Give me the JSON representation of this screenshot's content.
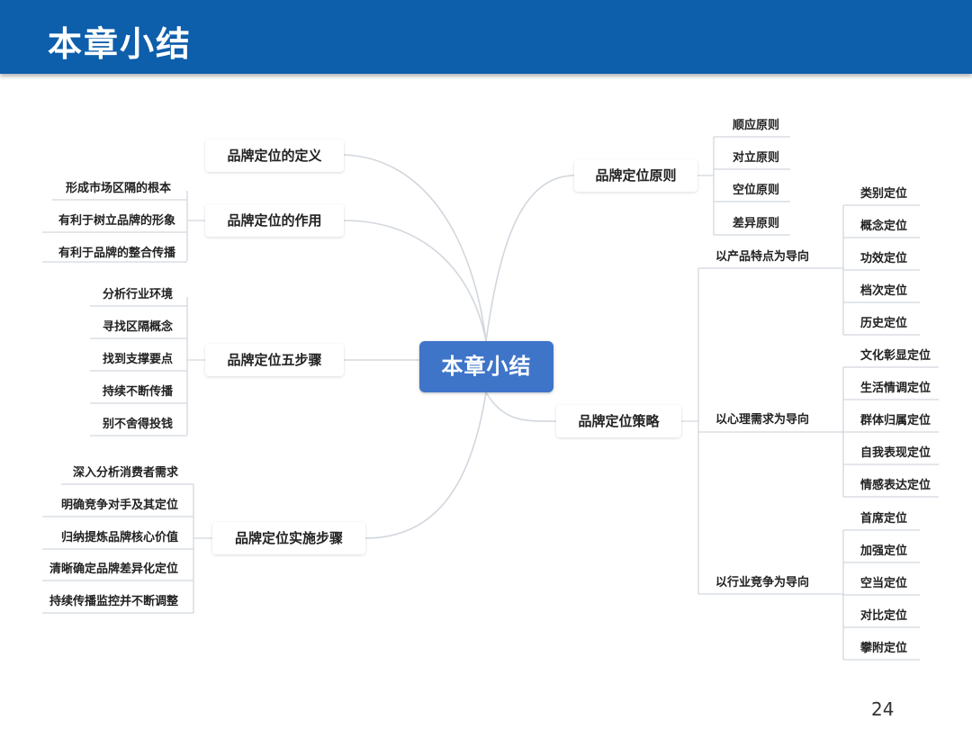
{
  "header": {
    "title": "本章小结"
  },
  "central": {
    "label": "本章小结"
  },
  "left": {
    "definition": {
      "label": "品牌定位的定义"
    },
    "role": {
      "label": "品牌定位的作用",
      "leaves": [
        "形成市场区隔的根本",
        "有利于树立品牌的形象",
        "有利于品牌的整合传播"
      ]
    },
    "five_steps": {
      "label": "品牌定位五步骤",
      "leaves": [
        "分析行业环境",
        "寻找区隔概念",
        "找到支撑要点",
        "持续不断传播",
        "别不舍得投钱"
      ]
    },
    "implementation": {
      "label": "品牌定位实施步骤",
      "leaves": [
        "深入分析消费者需求",
        "明确竞争对手及其定位",
        "归纳提炼品牌核心价值",
        "清晰确定品牌差异化定位",
        "持续传播监控并不断调整"
      ]
    }
  },
  "right": {
    "principles": {
      "label": "品牌定位原则",
      "leaves": [
        "顺应原则",
        "对立原则",
        "空位原则",
        "差异原则"
      ]
    },
    "strategy": {
      "label": "品牌定位策略",
      "groups": [
        {
          "label": "以产品特点为导向",
          "leaves": [
            "类别定位",
            "概念定位",
            "功效定位",
            "档次定位",
            "历史定位"
          ]
        },
        {
          "label": "以心理需求为导向",
          "leaves": [
            "文化彰显定位",
            "生活情调定位",
            "群体归属定位",
            "自我表现定位",
            "情感表达定位"
          ]
        },
        {
          "label": "以行业竞争为导向",
          "leaves": [
            "首席定位",
            "加强定位",
            "空当定位",
            "对比定位",
            "攀附定位"
          ]
        }
      ]
    }
  },
  "page_number": "24"
}
